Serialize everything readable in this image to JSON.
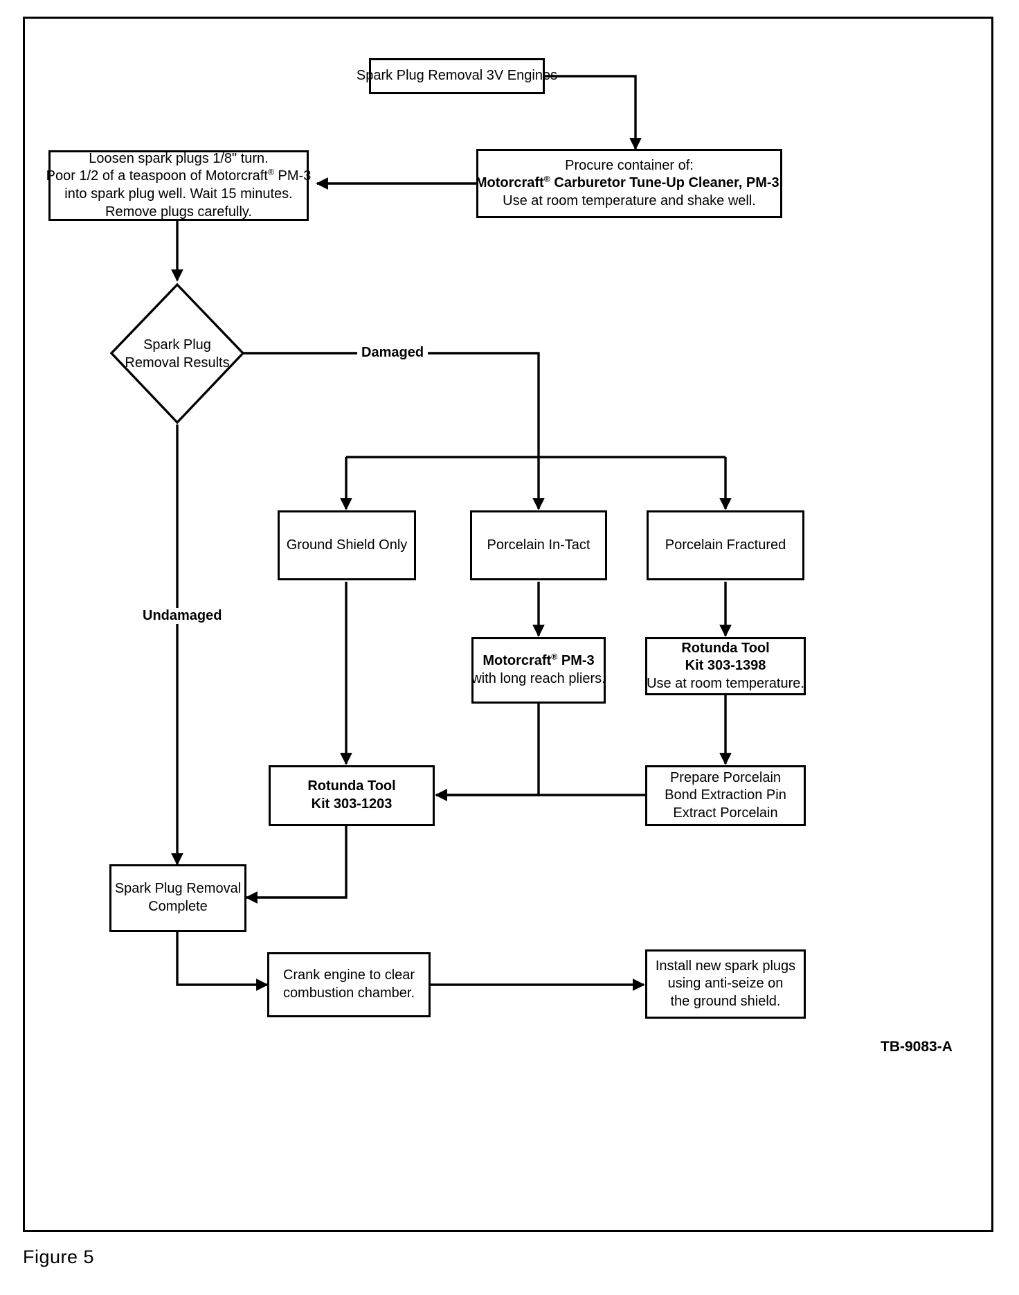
{
  "figure": {
    "caption": "Figure 5",
    "drawing_code": "TB-9083-A"
  },
  "diagram": {
    "type": "flowchart",
    "title": "Spark Plug Removal 3V Engines",
    "nodes": {
      "start": {
        "name": "spark-plug-removal-3v-engines",
        "shape": "process",
        "lines": [
          {
            "text": "Spark Plug Removal 3V Engines",
            "bold": false
          }
        ]
      },
      "procure": {
        "name": "procure-container",
        "shape": "process",
        "lines": [
          {
            "text": "Procure container of:",
            "bold": false
          },
          {
            "text": "Motorcraft® Carburetor Tune-Up Cleaner, PM-3.",
            "bold": true
          },
          {
            "text": "Use at room temperature and shake well.",
            "bold": false
          }
        ]
      },
      "loosen": {
        "name": "loosen-spark-plugs",
        "shape": "process",
        "lines": [
          {
            "text": "Loosen spark plugs 1/8\" turn.",
            "bold": false
          },
          {
            "text": "Poor 1/2 of a teaspoon of Motorcraft® PM-3",
            "bold": false
          },
          {
            "text": "into spark plug well. Wait 15 minutes.",
            "bold": false
          },
          {
            "text": "Remove plugs carefully.",
            "bold": false
          }
        ]
      },
      "decision": {
        "name": "spark-plug-removal-results",
        "shape": "decision",
        "lines": [
          {
            "text": "Spark Plug",
            "bold": false
          },
          {
            "text": "Removal Results",
            "bold": false
          }
        ]
      },
      "ground_shield": {
        "name": "ground-shield-only",
        "shape": "process",
        "lines": [
          {
            "text": "Ground Shield Only",
            "bold": false
          }
        ]
      },
      "porcelain_intact": {
        "name": "porcelain-in-tact",
        "shape": "process",
        "lines": [
          {
            "text": "Porcelain In-Tact",
            "bold": false
          }
        ]
      },
      "porcelain_fractured": {
        "name": "porcelain-fractured",
        "shape": "process",
        "lines": [
          {
            "text": "Porcelain Fractured",
            "bold": false
          }
        ]
      },
      "pm3_pliers": {
        "name": "motorcraft-pm3-long-reach-pliers",
        "shape": "process",
        "lines": [
          {
            "text": "Motorcraft® PM-3",
            "bold": true
          },
          {
            "text": "with long reach pliers.",
            "bold": false
          }
        ]
      },
      "rotunda_1398": {
        "name": "rotunda-tool-kit-303-1398",
        "shape": "process",
        "lines": [
          {
            "text": "Rotunda Tool",
            "bold": true
          },
          {
            "text": "Kit 303-1398",
            "bold": true
          },
          {
            "text": "Use at room temperature.",
            "bold": false
          }
        ]
      },
      "prepare_porcelain": {
        "name": "prepare-porcelain-extract",
        "shape": "process",
        "lines": [
          {
            "text": "Prepare Porcelain",
            "bold": false
          },
          {
            "text": "Bond Extraction Pin",
            "bold": false
          },
          {
            "text": "Extract Porcelain",
            "bold": false
          }
        ]
      },
      "rotunda_1203": {
        "name": "rotunda-tool-kit-303-1203",
        "shape": "process",
        "lines": [
          {
            "text": "Rotunda Tool",
            "bold": true
          },
          {
            "text": "Kit 303-1203",
            "bold": true
          }
        ]
      },
      "removal_complete": {
        "name": "spark-plug-removal-complete",
        "shape": "process",
        "lines": [
          {
            "text": "Spark Plug Removal",
            "bold": false
          },
          {
            "text": "Complete",
            "bold": false
          }
        ]
      },
      "crank_engine": {
        "name": "crank-engine-clear-combustion-chamber",
        "shape": "process",
        "lines": [
          {
            "text": "Crank engine to clear",
            "bold": false
          },
          {
            "text": "combustion chamber.",
            "bold": false
          }
        ]
      },
      "install_plugs": {
        "name": "install-new-spark-plugs",
        "shape": "process",
        "lines": [
          {
            "text": "Install new spark plugs",
            "bold": false
          },
          {
            "text": "using anti-seize on",
            "bold": false
          },
          {
            "text": "the ground shield.",
            "bold": false
          }
        ]
      }
    },
    "edge_labels": {
      "damaged": "Damaged",
      "undamaged": "Undamaged"
    }
  }
}
